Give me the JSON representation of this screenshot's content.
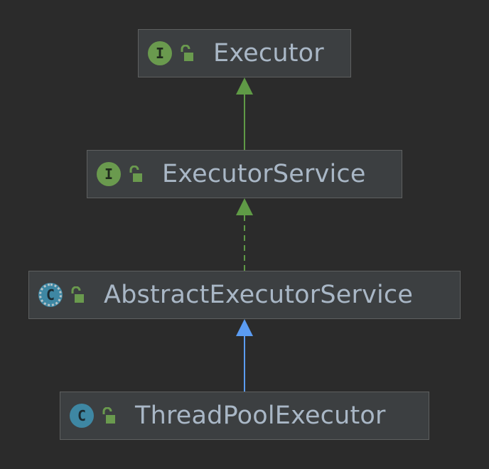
{
  "diagram": {
    "nodes": [
      {
        "id": "executor",
        "name": "Executor",
        "kind": "interface",
        "badge_letter": "I",
        "icon": "interface-icon"
      },
      {
        "id": "executor_service",
        "name": "ExecutorService",
        "kind": "interface",
        "badge_letter": "I",
        "icon": "interface-icon"
      },
      {
        "id": "abstract_executor_service",
        "name": "AbstractExecutorService",
        "kind": "abstract-class",
        "badge_letter": "C",
        "icon": "abstract-class-icon"
      },
      {
        "id": "thread_pool_executor",
        "name": "ThreadPoolExecutor",
        "kind": "class",
        "badge_letter": "C",
        "icon": "class-icon"
      }
    ],
    "edges": [
      {
        "from": "executor_service",
        "to": "executor",
        "relation": "extends",
        "line": "solid",
        "color": "#5f9a46"
      },
      {
        "from": "abstract_executor_service",
        "to": "executor_service",
        "relation": "implements",
        "line": "dashed",
        "color": "#5f9a46"
      },
      {
        "from": "thread_pool_executor",
        "to": "abstract_executor_service",
        "relation": "extends",
        "line": "solid",
        "color": "#5b9cf2"
      }
    ],
    "colors": {
      "background": "#2b2b2b",
      "node_fill": "#3c3f41",
      "node_border": "#5e6060",
      "text": "#a9b7c6",
      "interface_badge": "#6a9a4e",
      "class_badge": "#3e87a3",
      "public_lock": "#6a9a4e"
    },
    "visibility_icon": "public-unlocked-icon"
  }
}
